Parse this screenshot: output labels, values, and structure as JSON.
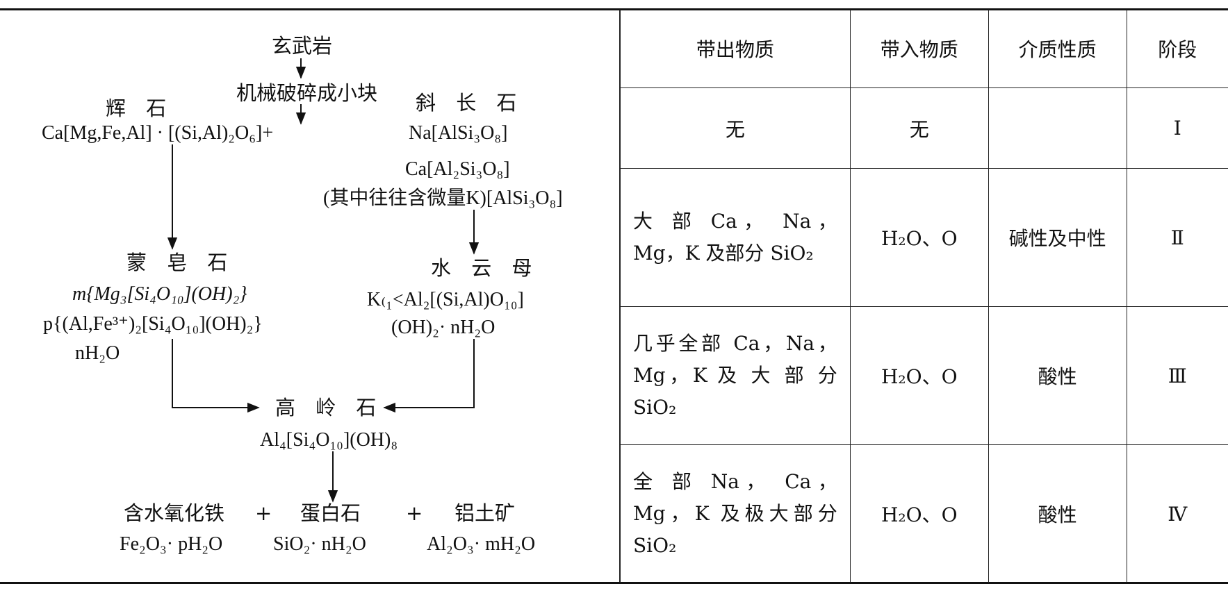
{
  "diagram": {
    "rock": "玄武岩",
    "crush_step": "机械破碎成小块",
    "pyroxene_name": "辉 石",
    "pyroxene_formula": "Ca[Mg,Fe,Al] · [(Si,Al)₂O₆]+",
    "plagioclase_name": "斜 长 石",
    "plagioclase_formula1": "Na[AlSi₃O₈]",
    "plagioclase_formula2": "Ca[Al₂Si₃O₈]",
    "plagioclase_formula3": "(其中往往含微量K)[AlSi₃O₈]",
    "montmorillonite_name": "蒙 皂 石",
    "montmorillonite_formula1": "m{Mg₃[Si₄O₁₀](OH)₂}",
    "montmorillonite_formula2": "p{(Al,Fe³⁺)₂[Si₄O₁₀](OH)₂}",
    "montmorillonite_formula3": "nH₂O",
    "hydromica_name": "水 云 母",
    "hydromica_formula1": "K₍₁<Al₂[(Si,Al)O₁₀]",
    "hydromica_formula2": "(OH)₂· nH₂O",
    "kaolinite_name": "高 岭 石",
    "kaolinite_formula": "Al₄[Si₄O₁₀](OH)₈",
    "product1_name": "含水氧化铁",
    "product1_formula": "Fe₂O₃· pH₂O",
    "plus": "+",
    "product2_name": "蛋白石",
    "product2_formula": "SiO₂· nH₂O",
    "product3_name": "铝土矿",
    "product3_formula": "Al₂O₃· mH₂O"
  },
  "table": {
    "headers": [
      "带出物质",
      "带入物质",
      "介质性质",
      "阶段"
    ],
    "rows": [
      {
        "out": "无",
        "in": "无",
        "medium": "",
        "stage": "Ⅰ"
      },
      {
        "out": "大 部 Ca， Na， Mg，K 及部分 SiO₂",
        "in": "H₂O、O",
        "medium": "碱性及中性",
        "stage": "Ⅱ"
      },
      {
        "out": "几乎全部 Ca，Na， Mg，K 及 大 部 分 SiO₂",
        "in": "H₂O、O",
        "medium": "酸性",
        "stage": "Ⅲ"
      },
      {
        "out": "全 部 Na， Ca， Mg，K 及极大部分 SiO₂",
        "in": "H₂O、O",
        "medium": "酸性",
        "stage": "Ⅳ"
      }
    ]
  }
}
